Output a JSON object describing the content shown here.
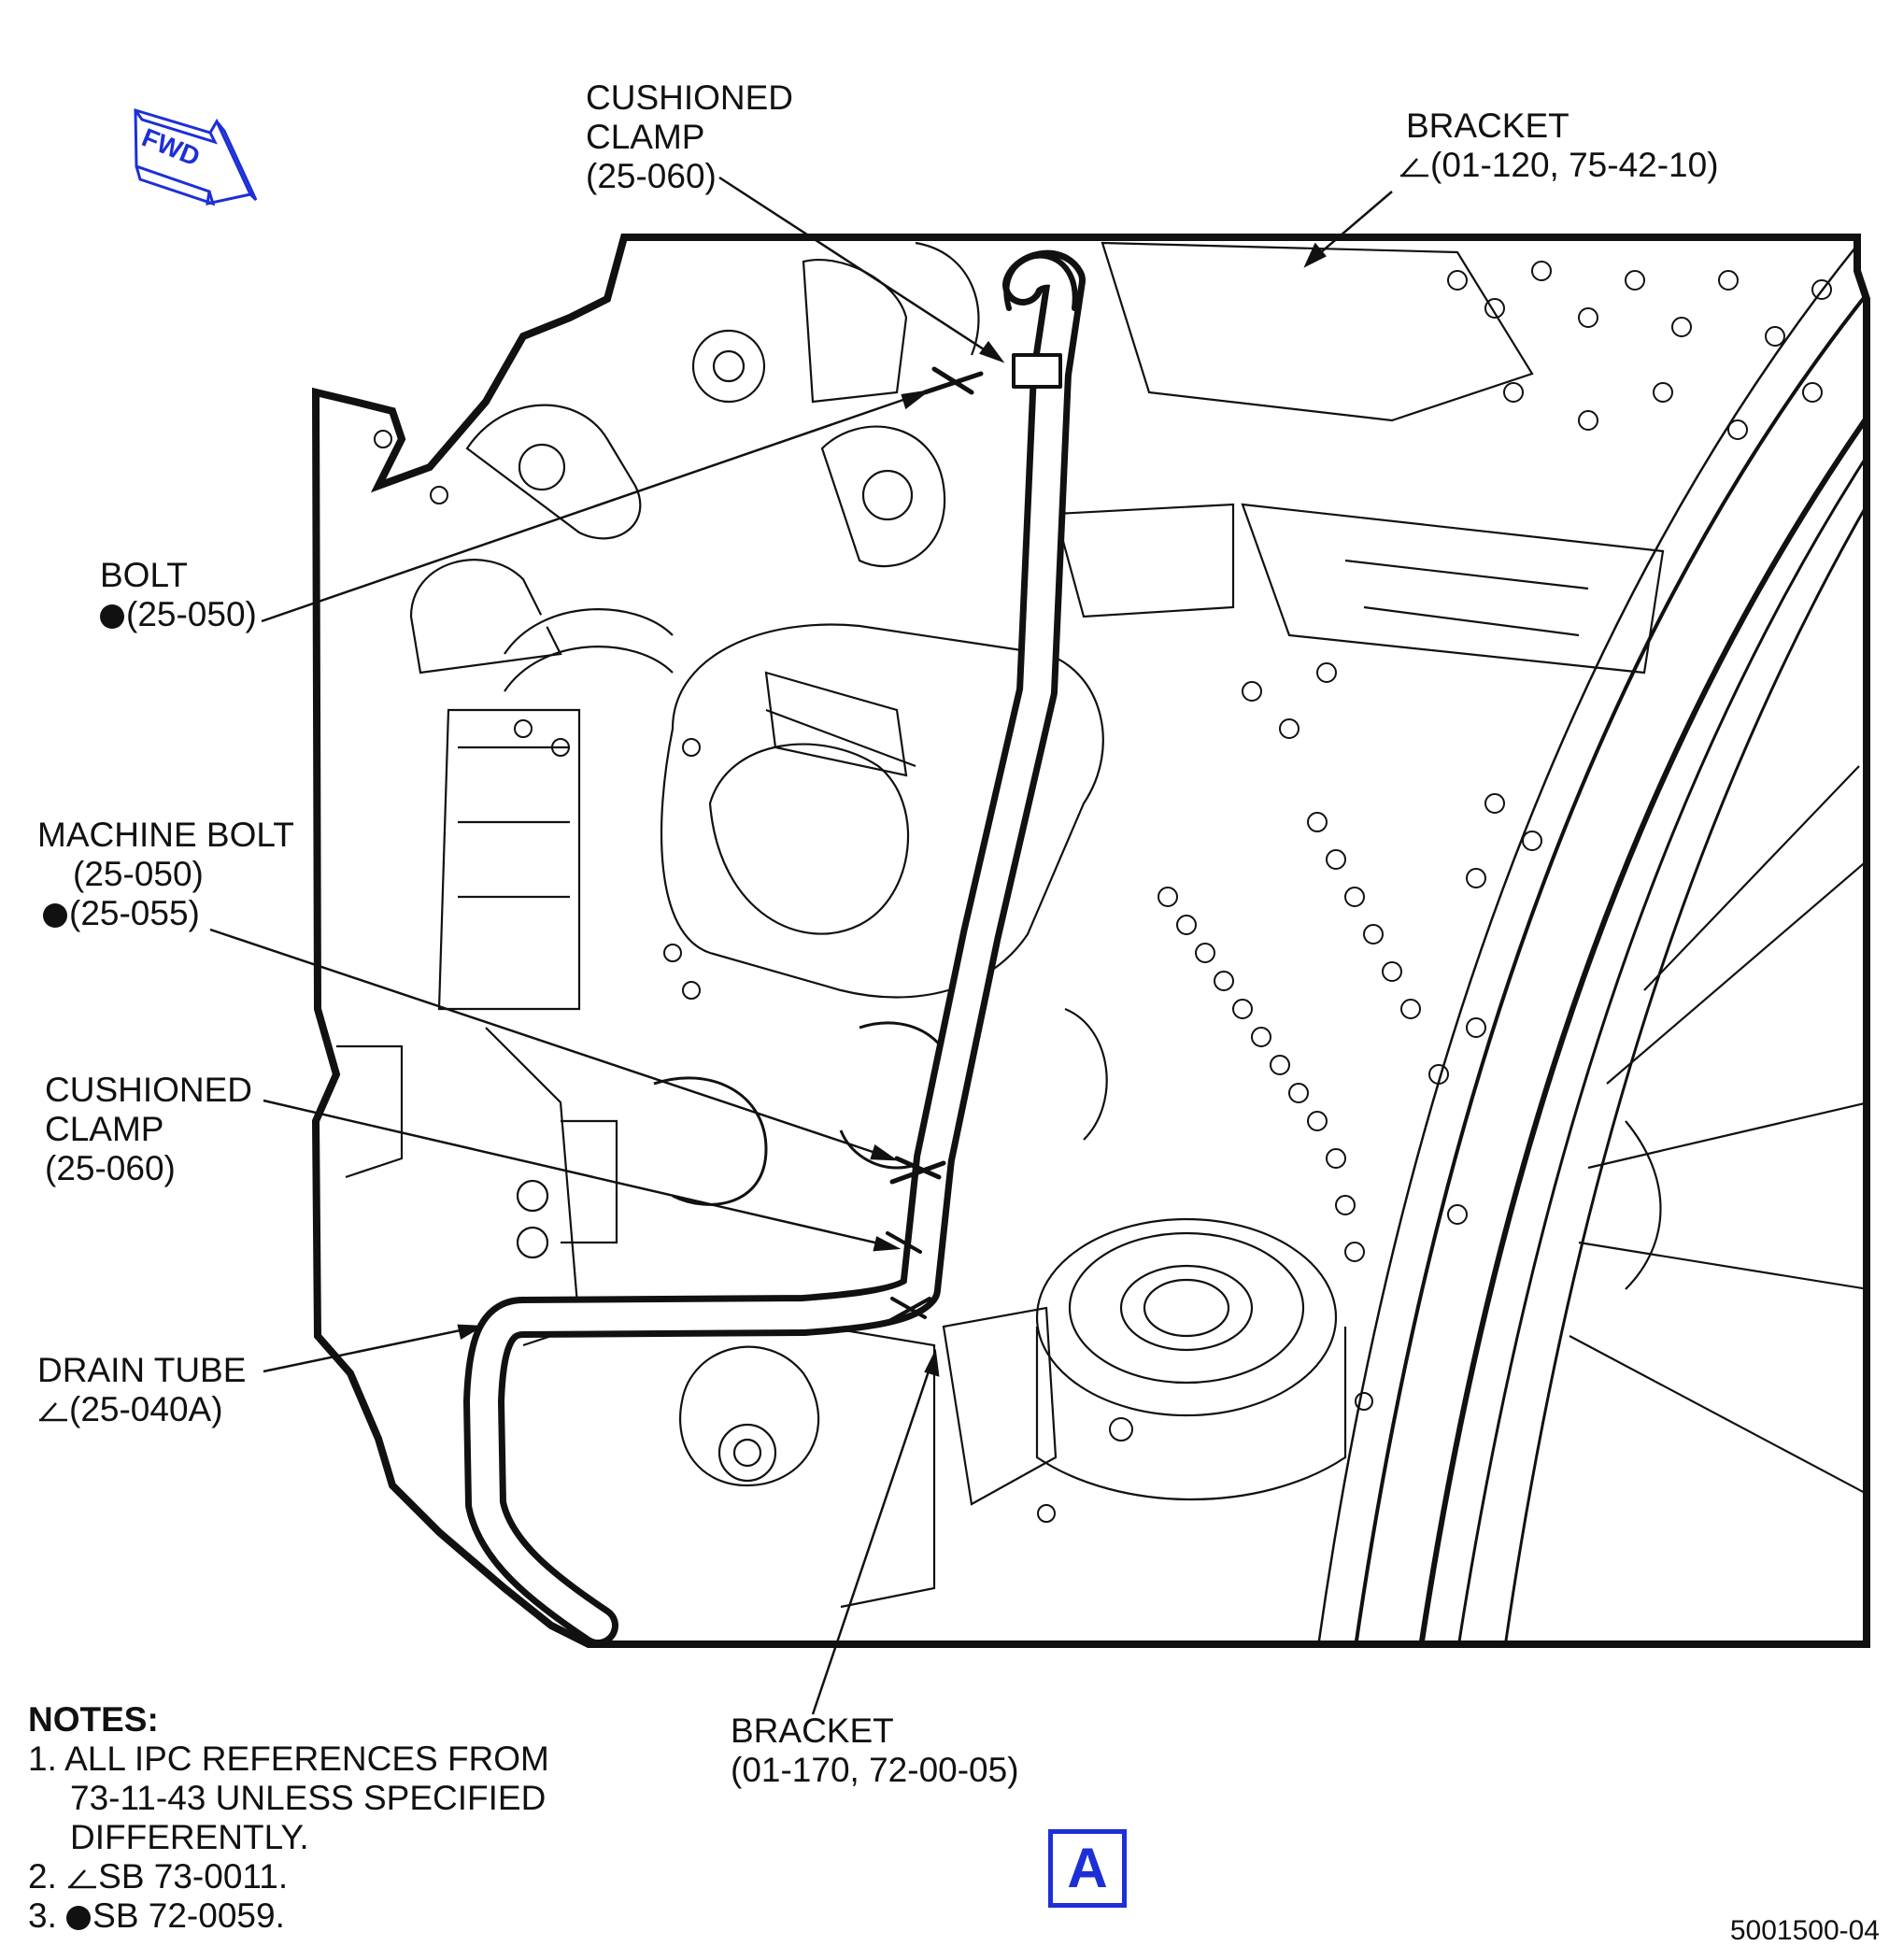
{
  "fwd_label": "FWD",
  "callouts": {
    "cushioned_clamp_top": [
      "CUSHIONED",
      "CLAMP",
      "(25-060)"
    ],
    "bracket_top": [
      "BRACKET",
      "(01-120, 75-42-10)"
    ],
    "bolt": [
      "BOLT",
      "(25-050)"
    ],
    "machine_bolt": [
      "MACHINE BOLT",
      "(25-050)",
      "(25-055)"
    ],
    "cushioned_clamp_left": [
      "CUSHIONED",
      "CLAMP",
      "(25-060)"
    ],
    "drain_tube": [
      "DRAIN TUBE",
      "(25-040A)"
    ],
    "bracket_bottom": [
      "BRACKET",
      "(01-170, 72-00-05)"
    ]
  },
  "notes": {
    "title": "NOTES:",
    "n1a": "1. ALL IPC REFERENCES FROM",
    "n1b": "73-11-43 UNLESS SPECIFIED",
    "n1c": "DIFFERENTLY.",
    "n2": "2. ",
    "n2b": "SB 73-0011.",
    "n3": "3. ",
    "n3b": "SB 72-0059."
  },
  "view_label": "A",
  "figure_number": "5001500-04",
  "colors": {
    "ink": "#111111",
    "accent": "#1d2fd6"
  }
}
